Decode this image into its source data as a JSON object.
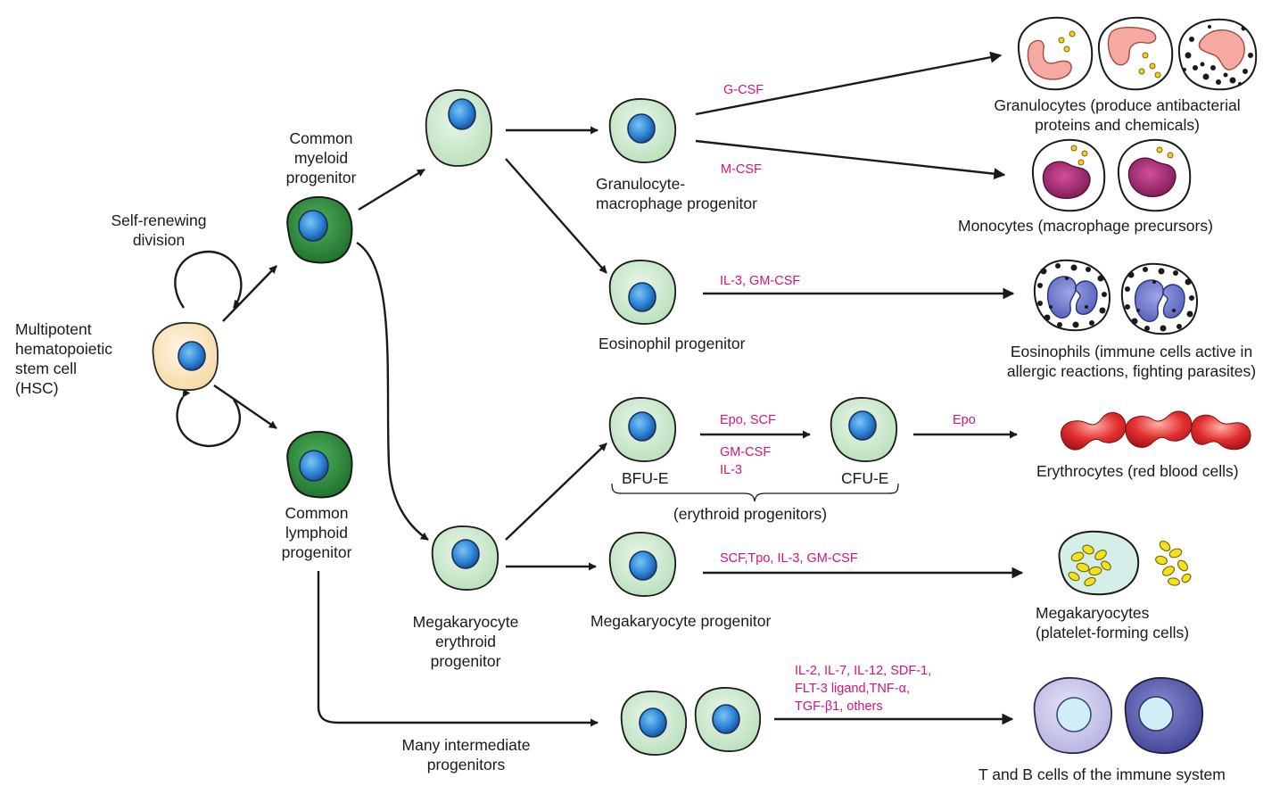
{
  "colors": {
    "cytokine_text": "#d4147a",
    "label_text": "#1a1a1a",
    "progenitor_light_green": "#cfe9cf",
    "progenitor_dark_green": "#2e8b3e",
    "hsc_fill": "#fbe7c4",
    "nucleus_blue": "#2f86d8",
    "erythrocyte_red": "#d8262c",
    "platelet_yellow": "#f2e21c",
    "lymphocyte_lavender": "#c9c6ea",
    "lymphocyte_purple": "#5b5fae"
  },
  "labels": {
    "hsc": [
      "Multipotent",
      "hematopoietic",
      "stem cell",
      "(HSC)"
    ],
    "self_renewing": [
      "Self-renewing",
      "division"
    ],
    "cmp": [
      "Common",
      "myeloid",
      "progenitor"
    ],
    "clp": [
      "Common",
      "lymphoid",
      "progenitor"
    ],
    "gmp": [
      "Granulocyte-",
      "macrophage progenitor"
    ],
    "eosinophil_progenitor": "Eosinophil progenitor",
    "bfu_e": "BFU-E",
    "cfu_e": "CFU-E",
    "erythroid_progenitors": "(erythroid progenitors)",
    "megakaryocyte_progenitor": "Megakaryocyte progenitor",
    "mep": [
      "Megakaryocyte",
      "erythroid",
      "progenitor"
    ],
    "intermediate": [
      "Many intermediate",
      "progenitors"
    ],
    "granulocytes": [
      "Granulocytes (produce antibacterial",
      "proteins and chemicals)"
    ],
    "monocytes": "Monocytes (macrophage precursors)",
    "eosinophils": [
      "Eosinophils (immune cells active in",
      "allergic reactions, fighting parasites)"
    ],
    "erythrocytes": "Erythrocytes (red blood cells)",
    "megakaryocytes": [
      "Megakaryocytes",
      "(platelet-forming cells)"
    ],
    "t_b_cells": "T and B cells of the immune system"
  },
  "cytokines": {
    "g_csf": "G-CSF",
    "m_csf": "M-CSF",
    "eos": "IL-3, GM-CSF",
    "bfu_to_cfu_top": "Epo, SCF",
    "bfu_to_cfu_bottom": [
      "GM-CSF",
      "IL-3"
    ],
    "cfu_to_ery": "Epo",
    "mk": "SCF,Tpo, IL-3, GM-CSF",
    "lymph": [
      "IL-2, IL-7, IL-12, SDF-1,",
      "FLT-3 ligand,TNF-α,",
      "TGF-β1, others"
    ]
  }
}
